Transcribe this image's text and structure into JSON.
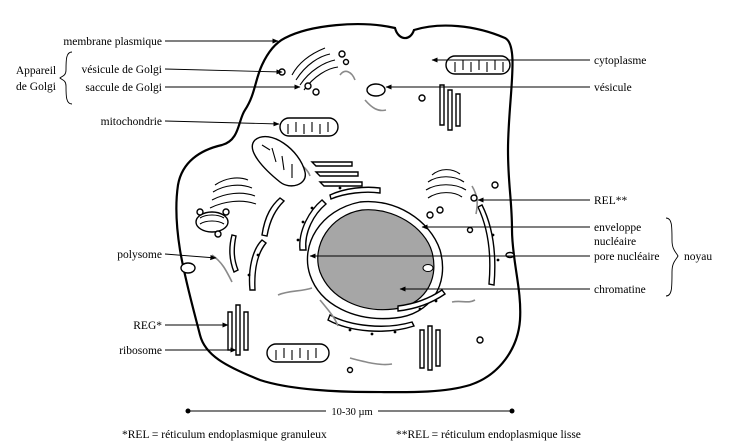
{
  "labels": {
    "membrane": "membrane plasmique",
    "appareil_line1": "Appareil",
    "appareil_line2": "de Golgi",
    "vesicule_golgi": "vésicule de Golgi",
    "saccule_golgi": "saccule de Golgi",
    "mitochondrie": "mitochondrie",
    "polysome": "polysome",
    "reg": "REG*",
    "ribosome": "ribosome",
    "cytoplasme": "cytoplasme",
    "vesicule": "vésicule",
    "rel": "REL**",
    "enveloppe_line1": "enveloppe",
    "enveloppe_line2": "nucléaire",
    "pore": "pore nucléaire",
    "chromatine": "chromatine",
    "noyau": "noyau"
  },
  "scale_bar": "10-30 µm",
  "footnotes": {
    "left": "*REL = réticulum endoplasmique granuleux",
    "right": "**REL = réticulum endoplasmique lisse"
  },
  "colors": {
    "chromatin": "#a6a6a6",
    "smooth_er": "#8a8a8a",
    "outline": "#000000"
  }
}
